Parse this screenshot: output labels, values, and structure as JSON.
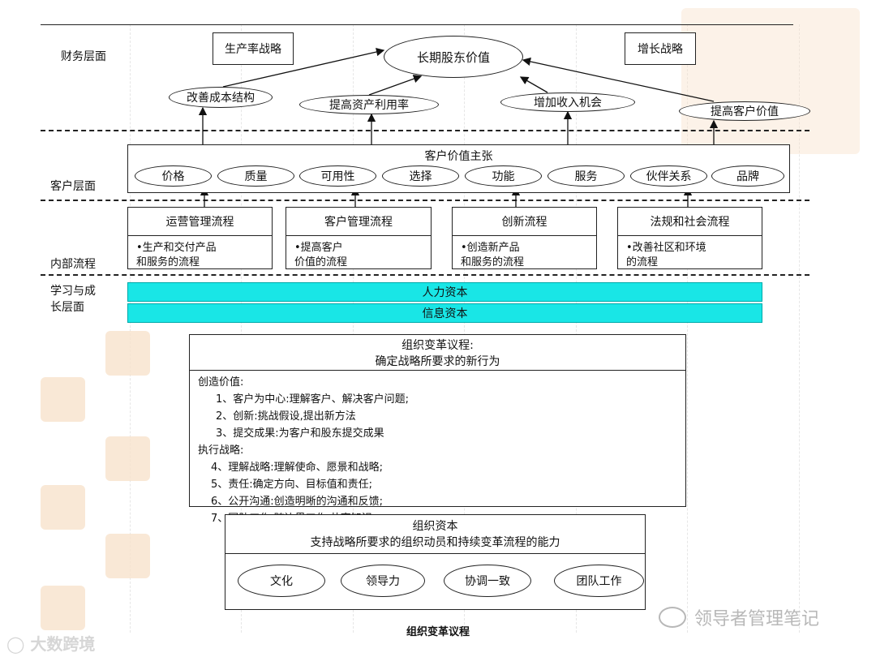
{
  "layers": {
    "financial": "财务层面",
    "customer": "客户层面",
    "internal": "内部流程",
    "learning_line1": "学习与成",
    "learning_line2": "长层面"
  },
  "financial": {
    "strategy_left": "生产率战略",
    "strategy_right": "增长战略",
    "goal": "长期股东价值",
    "ellipses": [
      "改善成本结构",
      "提高资产利用率",
      "增加收入机会",
      "提高客户价值"
    ]
  },
  "customer": {
    "title": "客户价值主张",
    "items": [
      "价格",
      "质量",
      "可用性",
      "选择",
      "功能",
      "服务",
      "伙伴关系",
      "品牌"
    ]
  },
  "internal": {
    "processes": [
      {
        "title": "运营管理流程",
        "line1": "•生产和交付产品",
        "line2": "和服务的流程"
      },
      {
        "title": "客户管理流程",
        "line1": "•提高客户",
        "line2": "价值的流程"
      },
      {
        "title": "创新流程",
        "line1": "•创造新产品",
        "line2": "和服务的流程"
      },
      {
        "title": "法规和社会流程",
        "line1": "•改善社区和环境",
        "line2": "的流程"
      }
    ]
  },
  "learning": {
    "human_capital": "人力资本",
    "info_capital": "信息资本"
  },
  "agenda": {
    "title_line1": "组织变革议程:",
    "title_line2": "确定战略所要求的新行为",
    "lines": [
      "创造价值:",
      "1、客户为中心:理解客户、解决客户问题;",
      "2、创新:挑战假设,提出新方法",
      "3、提交成果:为客户和股东提交成果",
      "执行战略:",
      "4、理解战略:理解使命、愿景和战略;",
      "5、责任:确定方向、目标值和责任;",
      "6、公开沟通:创造明晰的沟通和反馈;",
      "7、团队工作:跨边界工作,共享知识。"
    ]
  },
  "org_capital": {
    "title_line1": "组织资本",
    "title_line2": "支持战略所要求的组织动员和持续变革流程的能力",
    "items": [
      "文化",
      "领导力",
      "协调一致",
      "团队工作"
    ]
  },
  "caption": "组织变革议程",
  "watermark": {
    "left": "大数跨境",
    "right": "领导者管理笔记"
  },
  "colors": {
    "cyan_bar": "#19e6e6",
    "watermark_seal": "#f3c9a0"
  }
}
